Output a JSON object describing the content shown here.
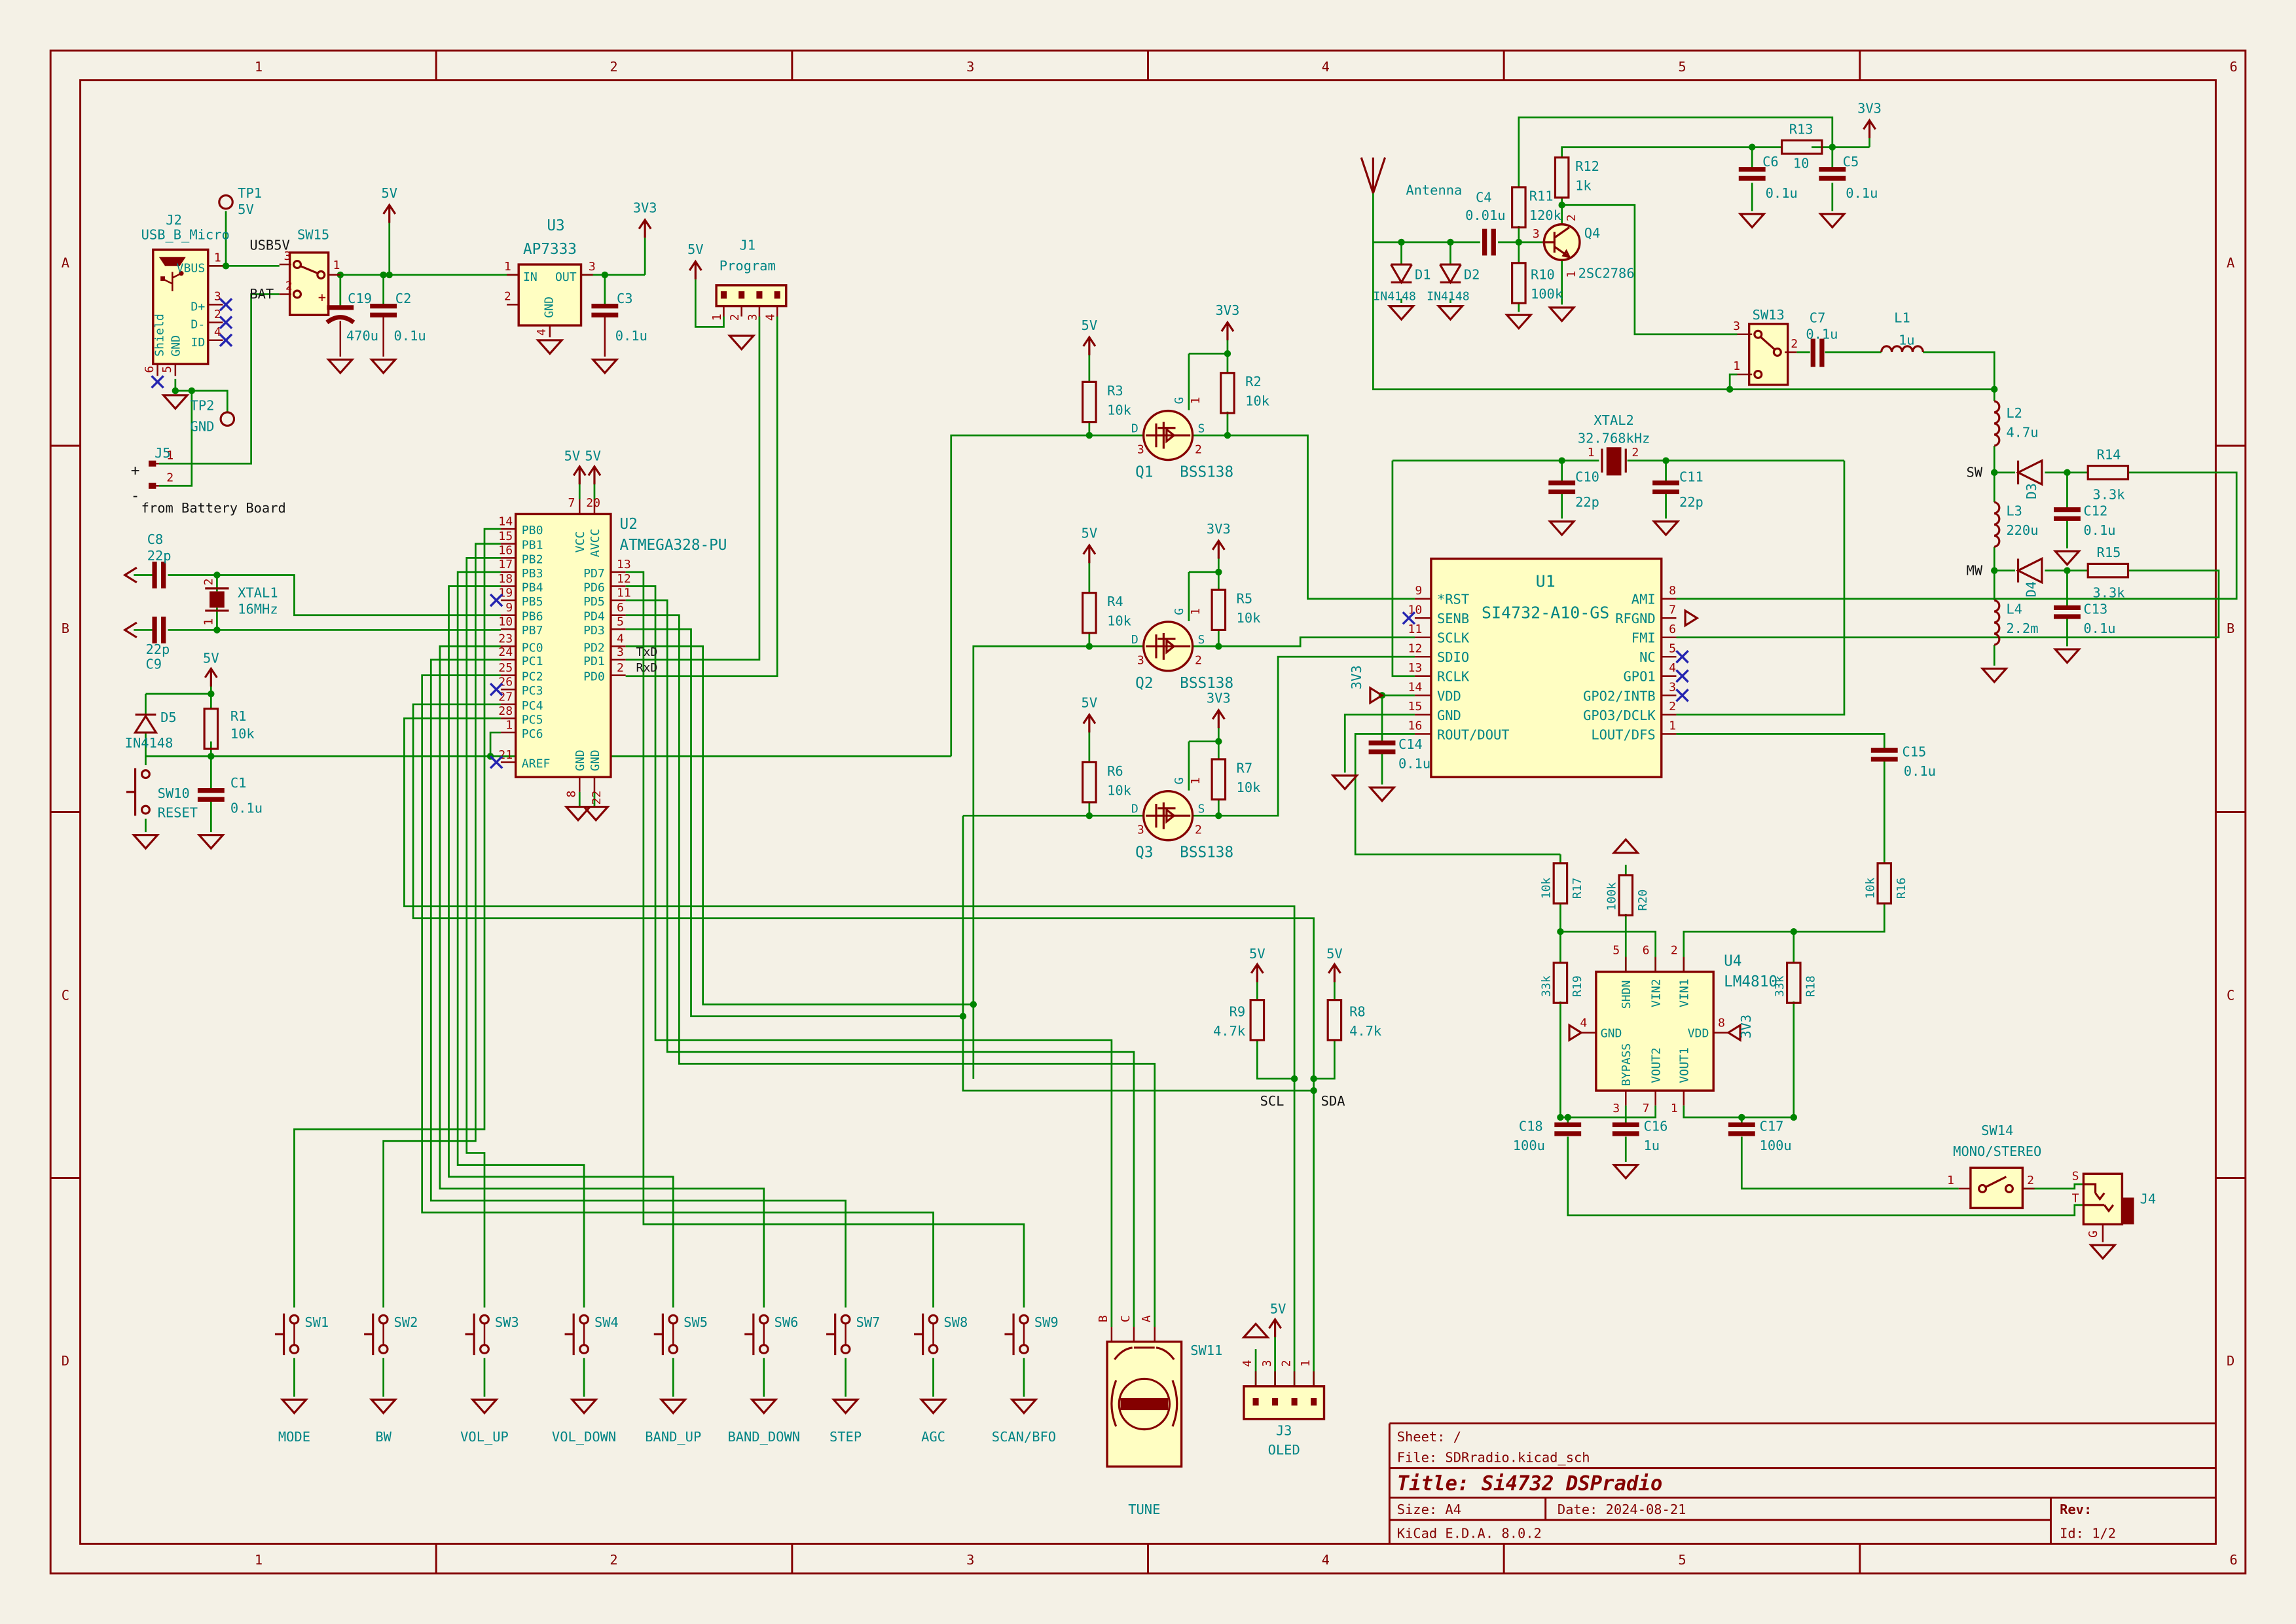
{
  "frame": {
    "cols": [
      "1",
      "2",
      "3",
      "4",
      "5",
      "6"
    ],
    "rows": [
      "A",
      "B",
      "C",
      "D"
    ]
  },
  "tb": {
    "sheet": "Sheet: /",
    "file": "File: SDRradio.kicad_sch",
    "title": "Title: Si4732 DSPradio",
    "size": "Size: A4",
    "date": "Date: 2024-08-21",
    "rev": "Rev:",
    "tool": "KiCad E.D.A. 8.0.2",
    "id": "Id: 1/2"
  },
  "pwr": {
    "v5": "5V",
    "v33": "3V3"
  },
  "tp1": {
    "ref": "TP1",
    "net": "5V"
  },
  "tp2": {
    "ref": "TP2",
    "net": "GND"
  },
  "j2": {
    "ref": "J2",
    "val": "USB_B_Micro",
    "vbus": {
      "p": "1",
      "n": "VBUS"
    },
    "dp": {
      "p": "3",
      "n": "D+"
    },
    "dm": {
      "p": "2",
      "n": "D-"
    },
    "id": {
      "p": "4",
      "n": "ID"
    },
    "shield": {
      "p": "6",
      "n": "Shield"
    },
    "gnd": {
      "p": "5",
      "n": "GND"
    }
  },
  "j5": {
    "ref": "J5",
    "p1": "1",
    "p2": "2",
    "plus": "+",
    "minus": "-",
    "note": "from Battery Board"
  },
  "sw15": {
    "ref": "SW15",
    "usb5v": "USB5V",
    "bat": "BAT",
    "p1": "1",
    "p2": "2",
    "p3": "3"
  },
  "c19": {
    "ref": "C19",
    "val": "470u",
    "plus": "+"
  },
  "c2": {
    "ref": "C2",
    "val": "0.1u"
  },
  "u3": {
    "ref": "U3",
    "val": "AP7333",
    "in": "IN",
    "out": "OUT",
    "gnd": "GND",
    "p1": "1",
    "p2": "2",
    "p3": "3",
    "p4": "4"
  },
  "c3": {
    "ref": "C3",
    "val": "0.1u"
  },
  "j1": {
    "ref": "J1",
    "val": "Program",
    "p1": "1",
    "p2": "2",
    "p3": "3",
    "p4": "4"
  },
  "c8": {
    "ref": "C8",
    "val": "22p"
  },
  "c9": {
    "ref": "C9",
    "val": "22p"
  },
  "xtal1": {
    "ref": "XTAL1",
    "val": "16MHz",
    "p1": "1",
    "p2": "2"
  },
  "d5": {
    "ref": "D5",
    "val": "IN4148"
  },
  "r1": {
    "ref": "R1",
    "val": "10k"
  },
  "sw10": {
    "ref": "SW10",
    "net": "RESET"
  },
  "c1": {
    "ref": "C1",
    "val": "0.1u"
  },
  "u2": {
    "ref": "U2",
    "val": "ATMEGA328-PU",
    "txd": "TxD",
    "rxd": "RxD",
    "left": [
      {
        "p": "14",
        "n": "PB0"
      },
      {
        "p": "15",
        "n": "PB1"
      },
      {
        "p": "16",
        "n": "PB2"
      },
      {
        "p": "17",
        "n": "PB3"
      },
      {
        "p": "18",
        "n": "PB4"
      },
      {
        "p": "19",
        "n": "PB5"
      },
      {
        "p": "9",
        "n": "PB6"
      },
      {
        "p": "10",
        "n": "PB7"
      },
      {
        "p": "23",
        "n": "PC0"
      },
      {
        "p": "24",
        "n": "PC1"
      },
      {
        "p": "25",
        "n": "PC2"
      },
      {
        "p": "26",
        "n": "PC3"
      },
      {
        "p": "27",
        "n": "PC4"
      },
      {
        "p": "28",
        "n": "PC5"
      },
      {
        "p": "1",
        "n": "PC6"
      }
    ],
    "aref": {
      "p": "21",
      "n": "AREF"
    },
    "right": [
      {
        "p": "13",
        "n": "PD7"
      },
      {
        "p": "12",
        "n": "PD6"
      },
      {
        "p": "11",
        "n": "PD5"
      },
      {
        "p": "6",
        "n": "PD4"
      },
      {
        "p": "5",
        "n": "PD3"
      },
      {
        "p": "4",
        "n": "PD2"
      },
      {
        "p": "3",
        "n": "PD1"
      },
      {
        "p": "2",
        "n": "PD0"
      }
    ],
    "top": [
      {
        "p": "7",
        "n": "VCC"
      },
      {
        "p": "20",
        "n": "AVCC"
      }
    ],
    "bot": [
      {
        "p": "8",
        "n": "GND"
      },
      {
        "p": "22",
        "n": "GND"
      }
    ]
  },
  "q1": {
    "ref": "Q1",
    "val": "BSS138",
    "d": "D",
    "g": "G",
    "s": "S",
    "p1": "1",
    "p2": "2",
    "p3": "3"
  },
  "q2": {
    "ref": "Q2",
    "val": "BSS138",
    "d": "D",
    "g": "G",
    "s": "S",
    "p1": "1",
    "p2": "2",
    "p3": "3"
  },
  "q3": {
    "ref": "Q3",
    "val": "BSS138",
    "d": "D",
    "g": "G",
    "s": "S",
    "p1": "1",
    "p2": "2",
    "p3": "3"
  },
  "r2": {
    "ref": "R2",
    "val": "10k"
  },
  "r3": {
    "ref": "R3",
    "val": "10k"
  },
  "r4": {
    "ref": "R4",
    "val": "10k"
  },
  "r5": {
    "ref": "R5",
    "val": "10k"
  },
  "r6": {
    "ref": "R6",
    "val": "10k"
  },
  "r7": {
    "ref": "R7",
    "val": "10k"
  },
  "r8": {
    "ref": "R8",
    "val": "4.7k"
  },
  "r9": {
    "ref": "R9",
    "val": "4.7k"
  },
  "nets": {
    "scl": "SCL",
    "sda": "SDA",
    "sw": "SW",
    "mw": "MW"
  },
  "ant": {
    "label": "Antenna"
  },
  "d1": {
    "ref": "D1",
    "val": "IN4148"
  },
  "d2": {
    "ref": "D2",
    "val": "IN4148"
  },
  "c4": {
    "ref": "C4",
    "val": "0.01u"
  },
  "r10": {
    "ref": "R10",
    "val": "100k"
  },
  "r11": {
    "ref": "R11",
    "val": "120k"
  },
  "r12": {
    "ref": "R12",
    "val": "1k"
  },
  "q4": {
    "ref": "Q4",
    "val": "2SC2786",
    "p1": "1",
    "p2": "2",
    "p3": "3"
  },
  "r13": {
    "ref": "R13",
    "val": "10"
  },
  "c5": {
    "ref": "C5",
    "val": "0.1u"
  },
  "c6": {
    "ref": "C6",
    "val": "0.1u"
  },
  "sw13": {
    "ref": "SW13",
    "p1": "1",
    "p2": "2",
    "p3": "3"
  },
  "c7": {
    "ref": "C7",
    "val": "0.1u"
  },
  "l1": {
    "ref": "L1",
    "val": "1u"
  },
  "l2": {
    "ref": "L2",
    "val": "4.7u"
  },
  "l3": {
    "ref": "L3",
    "val": "220u"
  },
  "l4": {
    "ref": "L4",
    "val": "2.2m"
  },
  "d3": {
    "ref": "D3"
  },
  "d4": {
    "ref": "D4"
  },
  "r14": {
    "ref": "R14",
    "val": "3.3k"
  },
  "r15": {
    "ref": "R15",
    "val": "3.3k"
  },
  "c12": {
    "ref": "C12",
    "val": "0.1u"
  },
  "c13": {
    "ref": "C13",
    "val": "0.1u"
  },
  "xtal2": {
    "ref": "XTAL2",
    "val": "32.768kHz",
    "p1": "1",
    "p2": "2"
  },
  "c10": {
    "ref": "C10",
    "val": "22p"
  },
  "c11": {
    "ref": "C11",
    "val": "22p"
  },
  "u1": {
    "ref": "U1",
    "val": "SI4732-A10-GS",
    "left": [
      {
        "p": "9",
        "n": "*RST"
      },
      {
        "p": "10",
        "n": "SENB"
      },
      {
        "p": "11",
        "n": "SCLK"
      },
      {
        "p": "12",
        "n": "SDIO"
      },
      {
        "p": "13",
        "n": "RCLK"
      },
      {
        "p": "14",
        "n": "VDD"
      },
      {
        "p": "15",
        "n": "GND"
      },
      {
        "p": "16",
        "n": "ROUT/DOUT"
      }
    ],
    "right": [
      {
        "p": "8",
        "n": "AMI"
      },
      {
        "p": "7",
        "n": "RFGND"
      },
      {
        "p": "6",
        "n": "FMI"
      },
      {
        "p": "5",
        "n": "NC"
      },
      {
        "p": "4",
        "n": "GPO1"
      },
      {
        "p": "3",
        "n": "GPO2/INTB"
      },
      {
        "p": "2",
        "n": "GPO3/DCLK"
      },
      {
        "p": "1",
        "n": "LOUT/DFS"
      }
    ]
  },
  "c14": {
    "ref": "C14",
    "val": "0.1u"
  },
  "c15": {
    "ref": "C15",
    "val": "0.1u"
  },
  "r16": {
    "ref": "R16",
    "val": "10k"
  },
  "r17": {
    "ref": "R17",
    "val": "10k"
  },
  "r18": {
    "ref": "R18",
    "val": "33k"
  },
  "r19": {
    "ref": "R19",
    "val": "33k"
  },
  "r20": {
    "ref": "R20",
    "val": "100k"
  },
  "u4": {
    "ref": "U4",
    "val": "LM4810",
    "shdn": {
      "p": "5",
      "n": "SHDN"
    },
    "vin2": {
      "p": "6",
      "n": "VIN2"
    },
    "vin1": {
      "p": "2",
      "n": "VIN1"
    },
    "gnd": {
      "p": "4",
      "n": "GND"
    },
    "vdd": {
      "p": "8",
      "n": "VDD"
    },
    "bypass": {
      "p": "3",
      "n": "BYPASS"
    },
    "vout2": {
      "p": "7",
      "n": "VOUT2"
    },
    "vout1": {
      "p": "1",
      "n": "VOUT1"
    }
  },
  "c16": {
    "ref": "C16",
    "val": "1u"
  },
  "c17": {
    "ref": "C17",
    "val": "100u"
  },
  "c18": {
    "ref": "C18",
    "val": "100u"
  },
  "sw14": {
    "ref": "SW14",
    "val": "MONO/STEREO",
    "p1": "1",
    "p2": "2"
  },
  "j4": {
    "ref": "J4",
    "s": "S",
    "t": "T",
    "g": "G"
  },
  "sw": [
    {
      "r": "SW1",
      "n": "MODE"
    },
    {
      "r": "SW2",
      "n": "BW"
    },
    {
      "r": "SW3",
      "n": "VOL_UP"
    },
    {
      "r": "SW4",
      "n": "VOL_DOWN"
    },
    {
      "r": "SW5",
      "n": "BAND_UP"
    },
    {
      "r": "SW6",
      "n": "BAND_DOWN"
    },
    {
      "r": "SW7",
      "n": "STEP"
    },
    {
      "r": "SW8",
      "n": "AGC"
    },
    {
      "r": "SW9",
      "n": "SCAN/BFO"
    }
  ],
  "sw11": {
    "ref": "SW11",
    "a": "A",
    "b": "B",
    "c": "C",
    "net": "TUNE"
  },
  "j3": {
    "ref": "J3",
    "val": "OLED",
    "p1": "1",
    "p2": "2",
    "p3": "3",
    "p4": "4"
  }
}
